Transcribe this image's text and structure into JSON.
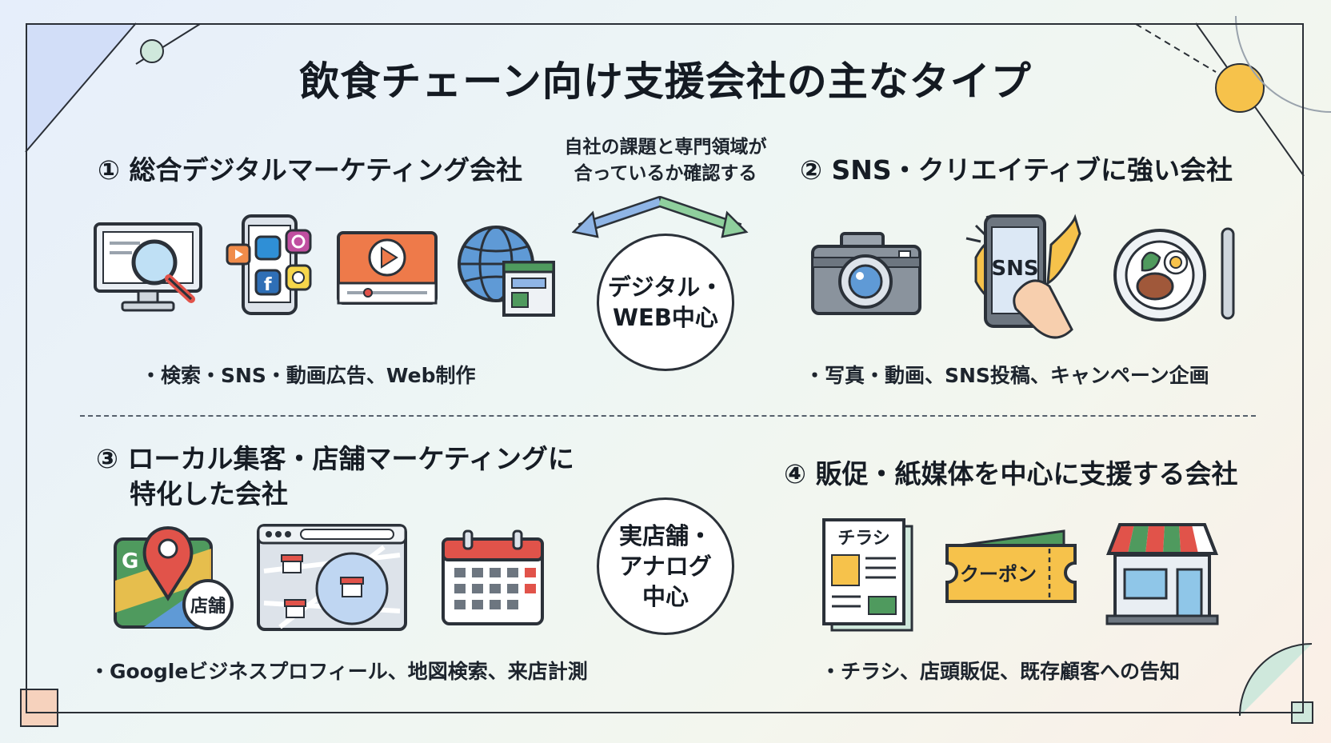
{
  "title": "飲食チェーン向け支援会社の主なタイプ",
  "center_note": {
    "line1": "自社の課題と専門領域が",
    "line2": "合っているか確認する"
  },
  "sections": [
    {
      "number": "①",
      "heading": "総合デジタルマーケティング会社",
      "bullet": "・検索・SNS・動画広告、Web制作",
      "bubble": {
        "line1": "デジタル・",
        "line2": "WEB中心"
      },
      "icons": [
        "search-monitor-icon",
        "sns-smartphone-icon",
        "video-player-icon",
        "globe-web-icon"
      ]
    },
    {
      "number": "②",
      "heading": "SNS・クリエイティブに強い会社",
      "bullet": "・写真・動画、SNS投稿、キャンペーン企画",
      "phone_label": "SNS",
      "icons": [
        "camera-icon",
        "hand-smartphone-icon",
        "food-plate-icon"
      ]
    },
    {
      "number": "③",
      "heading_line1": "ローカル集客・店舗マーケティングに",
      "heading_line2": "特化した会社",
      "bullet": "・Googleビジネスプロフィール、地図検索、来店計測",
      "map_badge": "店舗",
      "map_letter": "G",
      "bubble": {
        "line1": "実店舗・",
        "line2": "アナログ",
        "line3": "中心"
      },
      "icons": [
        "map-pin-icon",
        "browser-map-icon",
        "calendar-icon"
      ]
    },
    {
      "number": "④",
      "heading": "販促・紙媒体を中心に支援する会社",
      "bullet": "・チラシ、店頭販促、既存顧客への告知",
      "flyer_label": "チラシ",
      "coupon_label": "クーポン",
      "icons": [
        "flyer-icon",
        "coupon-icon",
        "storefront-icon"
      ]
    }
  ],
  "colors": {
    "ink": "#2b3139",
    "accent_blue": "#2f6fb6",
    "accent_green": "#4f9a5e",
    "accent_orange": "#f08c4a",
    "accent_yellow": "#f6c24b",
    "accent_red": "#e1534a"
  }
}
